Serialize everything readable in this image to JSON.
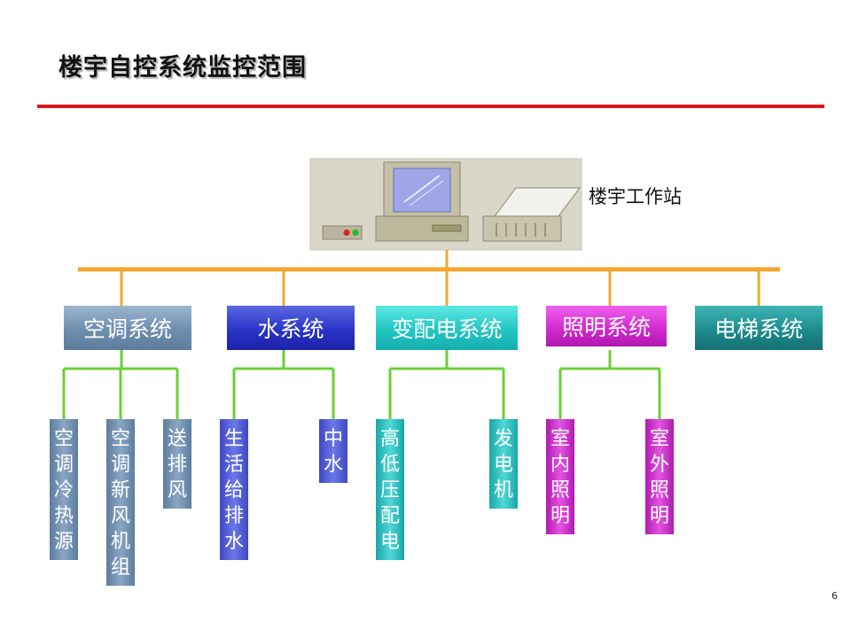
{
  "title": "楼宇自控系统监控范围",
  "workstation": {
    "label": "楼宇工作站"
  },
  "systems": [
    {
      "label": "空调系统",
      "subs": [
        "空调冷热源",
        "空调新风机组",
        "送排风"
      ]
    },
    {
      "label": "水系统",
      "subs": [
        "生活给排水",
        "中水"
      ]
    },
    {
      "label": "变配电系统",
      "subs": [
        "高低压配电",
        "发电机"
      ]
    },
    {
      "label": "照明系统",
      "subs": [
        "室内照明",
        "室外照明"
      ]
    },
    {
      "label": "电梯系统",
      "subs": []
    }
  ],
  "colors": {
    "bus": "#f0a830",
    "branch": "#6ccf35",
    "rule": "#d41a1a"
  },
  "page_number": "6"
}
